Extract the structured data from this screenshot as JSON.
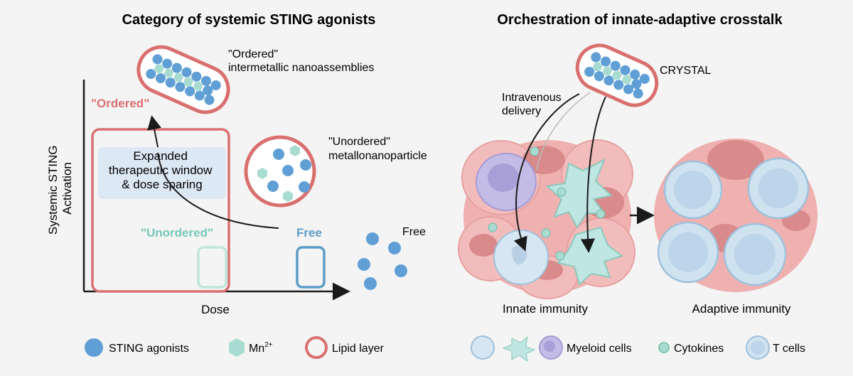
{
  "left_panel": {
    "title": "Category of systemic STING agonists",
    "y_axis_label_line1": "Systemic STING",
    "y_axis_label_line2": "Activation",
    "x_axis_label": "Dose",
    "ordered_label": "\"Ordered\"",
    "unordered_label": "\"Unordered\"",
    "free_label": "Free",
    "window_line1": "Expanded",
    "window_line2": "therapeutic window",
    "window_line3": "& dose sparing",
    "ordered_particle_line1": "\"Ordered\"",
    "ordered_particle_line2": "intermetallic nanoassemblies",
    "unordered_particle_line1": "\"Unordered\"",
    "unordered_particle_line2": "metallonanoparticle",
    "free_particle_label": "Free"
  },
  "right_panel": {
    "title": "Orchestration of innate-adaptive crosstalk",
    "crystal_label": "CRYSTAL",
    "delivery_line1": "Intravenous",
    "delivery_line2": "delivery",
    "innate_label": "Innate immunity",
    "adaptive_label": "Adaptive immunity"
  },
  "legend": {
    "sting_agonists": "STING agonists",
    "mn_base": "Mn",
    "mn_sup": "2+",
    "lipid_layer": "Lipid layer",
    "myeloid_cells": "Myeloid cells",
    "cytokines": "Cytokines",
    "t_cells": "T cells"
  },
  "colors": {
    "ordered_red": "#d9706f",
    "unordered_teal": "#76c9b8",
    "free_blue": "#5b9cc7",
    "sting_blue": "#5f9fd6",
    "mn_teal": "#a9dcd1",
    "tumor_pink": "#efb0b0",
    "tumor_dark": "#d98a8a",
    "myeloid_purple": "#b9b1de",
    "t_cell_blue": "#cfe2f0"
  }
}
